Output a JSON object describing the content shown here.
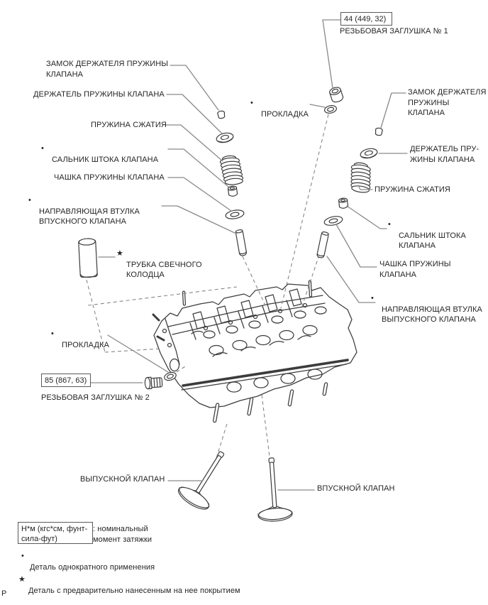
{
  "figure": {
    "type": "exploded-parts-diagram",
    "subject": "cylinder head with valves (service manual figure, Russian)",
    "line_color": "#3c3c3c",
    "leader_color": "#8a8a8a"
  },
  "torque_legend": {
    "unit_box": "Н*м (кгс*см, фунт-\nсила-фут)",
    "meaning": ": номинальный\nмомент затяжки"
  },
  "notes": [
    {
      "marker": "•",
      "text": "Деталь однократного применения"
    },
    {
      "marker": "★",
      "text": "Деталь с предварительно нанесенным на нее покрытием"
    }
  ],
  "plug1": {
    "torque": "44 (449, 32)",
    "label": "РЕЗЬБОВАЯ ЗАГЛУШКА № 1"
  },
  "plug2": {
    "torque": "85 (867, 63)",
    "label": "РЕЗЬБОВАЯ ЗАГЛУШКА № 2"
  },
  "left_labels": [
    {
      "marker": "",
      "text": "ЗАМОК ДЕРЖАТЕЛЯ ПРУЖИНЫ\nКЛАПАНА"
    },
    {
      "marker": "",
      "text": "ДЕРЖАТЕЛЬ ПРУЖИНЫ КЛАПАНА"
    },
    {
      "marker": "",
      "text": "ПРУЖИНА СЖАТИЯ"
    },
    {
      "marker": "•",
      "text": "САЛЬНИК ШТОКА КЛАПАНА"
    },
    {
      "marker": "",
      "text": "ЧАШКА ПРУЖИНЫ КЛАПАНА"
    },
    {
      "marker": "•",
      "text": "НАПРАВЛЯЮЩАЯ ВТУЛКА\nВПУСКНОГО КЛАПАНА"
    },
    {
      "marker": "★",
      "text": "ТРУБКА СВЕЧНОГО\nКОЛОДЦА"
    },
    {
      "marker": "•",
      "text": "ПРОКЛАДКА"
    }
  ],
  "mid_label": {
    "marker": "•",
    "text": "ПРОКЛАДКА"
  },
  "right_labels": [
    {
      "marker": "",
      "text": "ЗАМОК ДЕРЖАТЕЛЯ\nПРУЖИНЫ КЛАПАНА"
    },
    {
      "marker": "",
      "text": "ДЕРЖАТЕЛЬ ПРУ-\nЖИНЫ КЛАПАНА"
    },
    {
      "marker": "",
      "text": "ПРУЖИНА СЖАТИЯ"
    },
    {
      "marker": "•",
      "text": "САЛЬНИК ШТОКА\nКЛАПАНА"
    },
    {
      "marker": "",
      "text": "ЧАШКА ПРУЖИНЫ\nКЛАПАНА"
    },
    {
      "marker": "•",
      "text": "НАПРАВЛЯЮЩАЯ ВТУЛКА\nВЫПУСКНОГО КЛАПАНА"
    }
  ],
  "valve_labels": {
    "exhaust": "ВЫПУСКНОЙ КЛАПАН",
    "intake": "ВПУСКНОЙ КЛАПАН"
  },
  "page_corner_mark": "Р"
}
